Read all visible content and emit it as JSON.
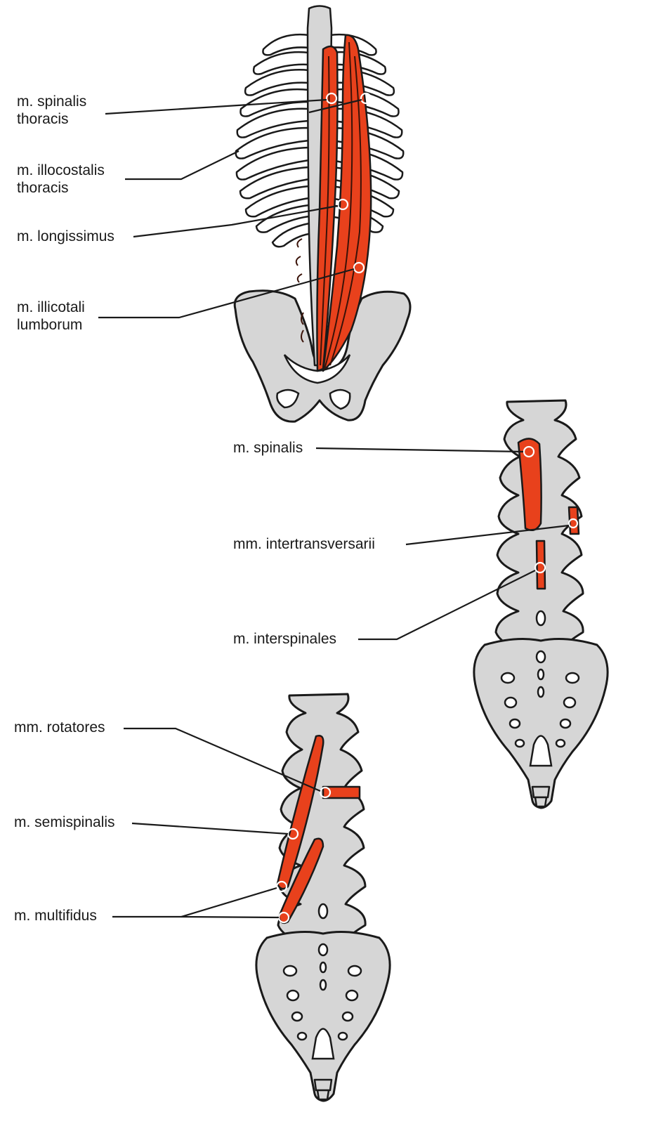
{
  "figure_top": {
    "labels": {
      "spinalis_thoracis": [
        "m. spinalis",
        "thoracis"
      ],
      "iliocostalis_thoracis": [
        "m. illocostalis",
        "thoracis"
      ],
      "longissimus": [
        "m. longissimus"
      ],
      "iliocostalis_lumborum": [
        "m. illicotali",
        "lumborum"
      ]
    }
  },
  "figure_middle": {
    "labels": {
      "spinalis": [
        "m. spinalis"
      ],
      "intertransversarii": [
        "mm. intertransversarii"
      ],
      "interspinales": [
        "m. interspinales"
      ]
    }
  },
  "figure_bottom": {
    "labels": {
      "rotatores": [
        "mm. rotatores"
      ],
      "semispinalis": [
        "m. semispinalis"
      ],
      "multifidus": [
        "m. multifidus"
      ]
    }
  },
  "colors": {
    "muscle": "#e8411c",
    "bone": "#d6d6d6",
    "outline": "#1a1a1a",
    "background": "#ffffff"
  }
}
